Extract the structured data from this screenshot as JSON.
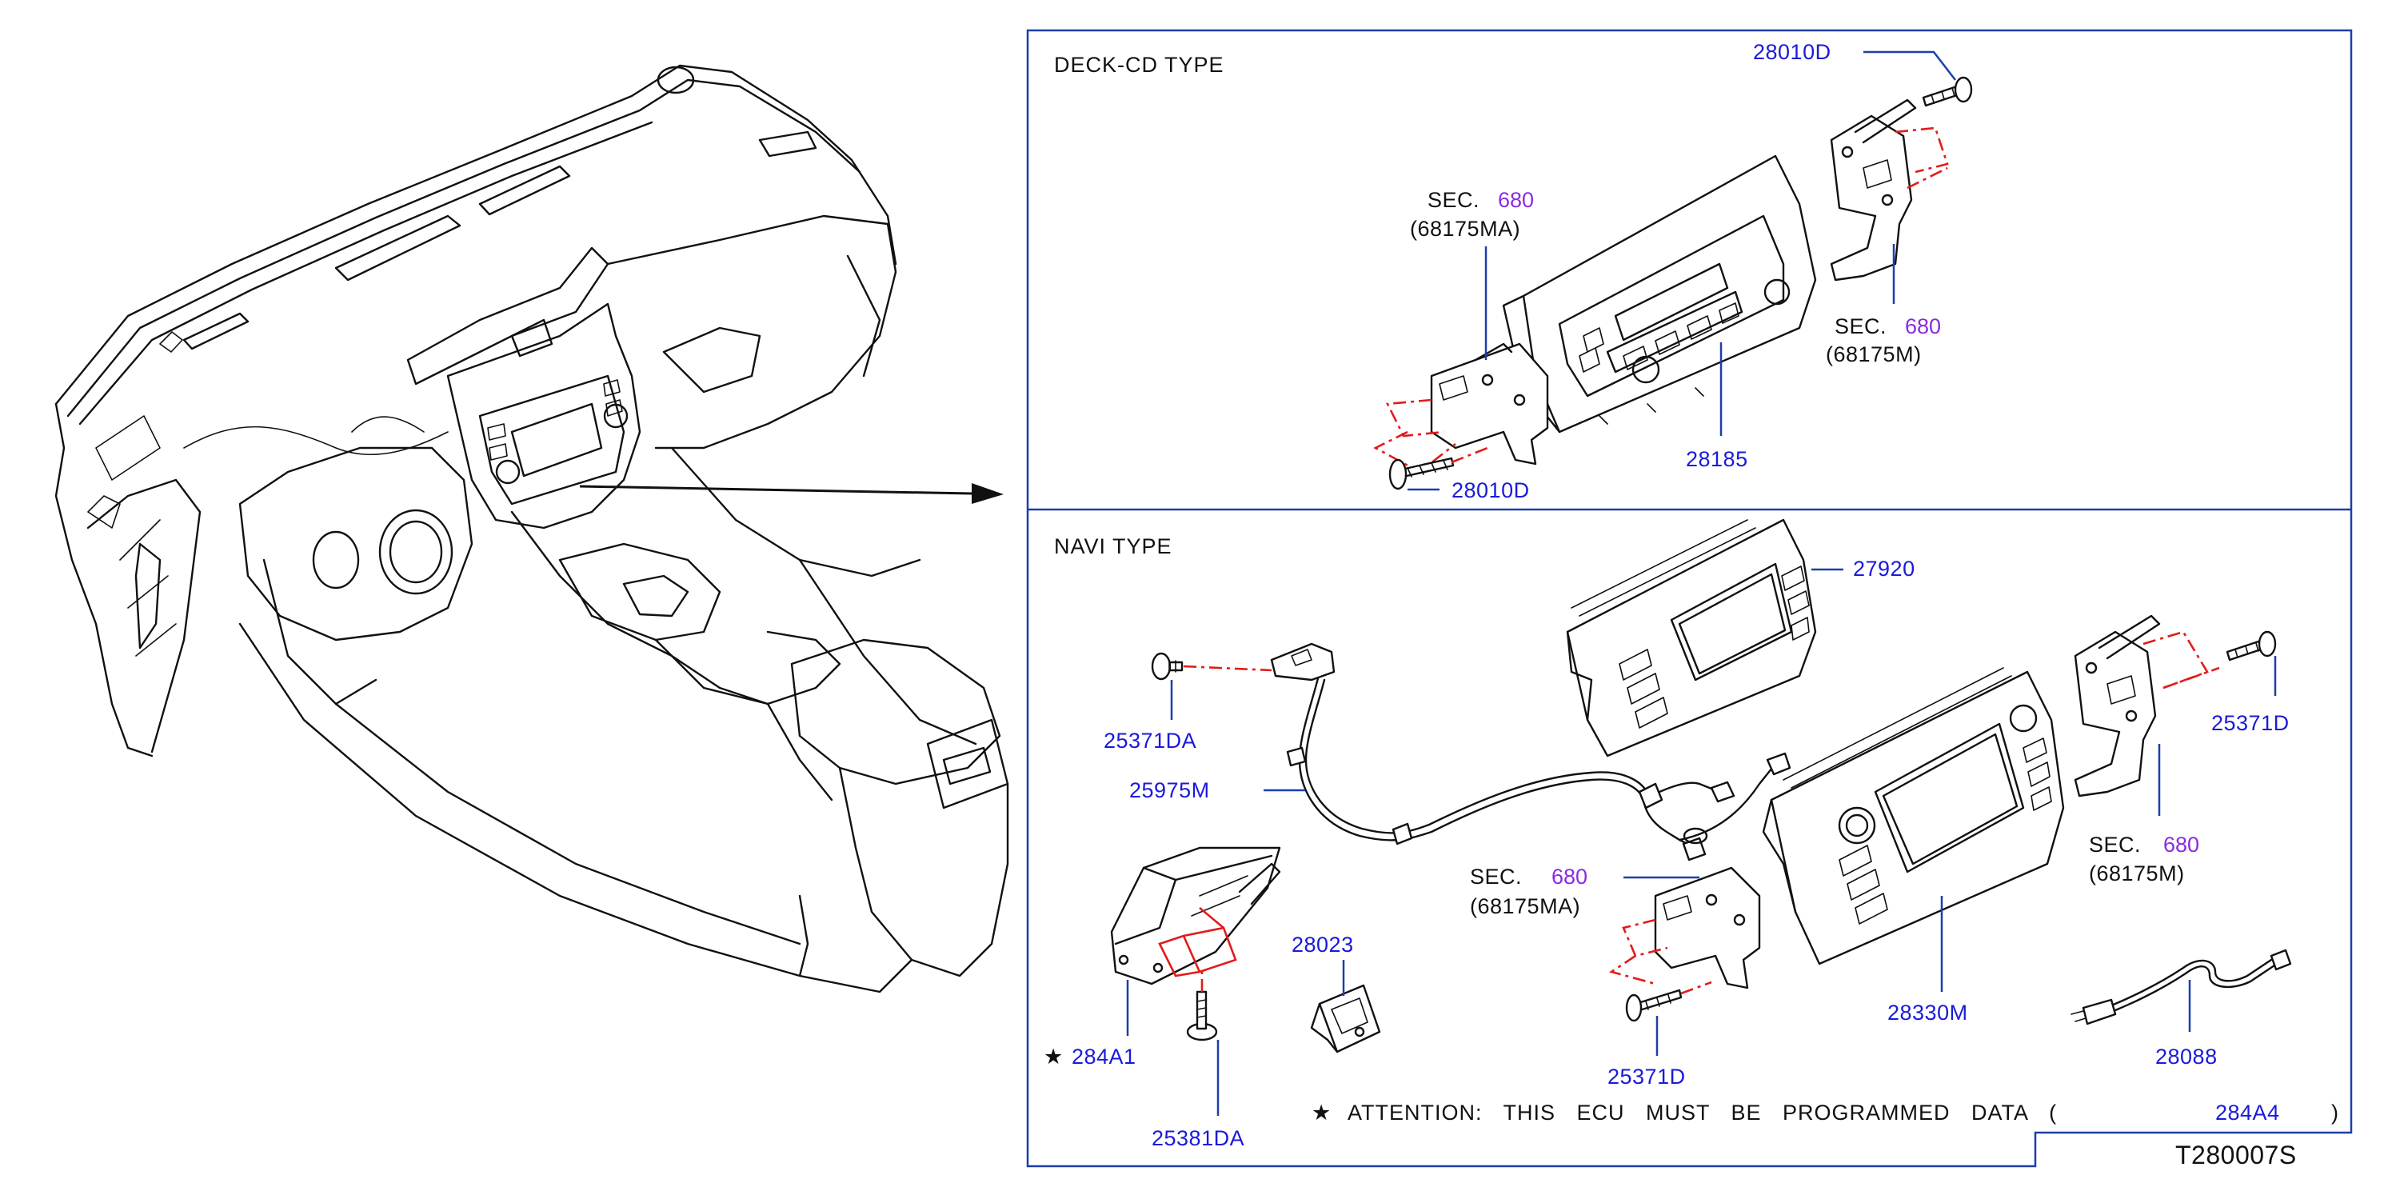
{
  "panels": {
    "deck": {
      "title": "DECK-CD  TYPE"
    },
    "navi": {
      "title": "NAVI  TYPE"
    }
  },
  "parts": {
    "deck_screw_top": "28010D",
    "deck_screw_bottom": "28010D",
    "deck_unit": "28185",
    "deck_sec_left": {
      "sec": "SEC.",
      "num": "680",
      "sub": "(68175MA)"
    },
    "deck_sec_right": {
      "sec": "SEC.",
      "num": "680",
      "sub": "(68175M)"
    },
    "navi_display": "27920",
    "navi_screw_left": "25371DA",
    "navi_harness": "25975M",
    "navi_ecu": "284A1",
    "navi_ecu_star": "★",
    "navi_ecu_screw": "25381DA",
    "navi_switch": "28023",
    "navi_sec_mid": {
      "sec": "SEC.",
      "num": "680",
      "sub": "(68175MA)"
    },
    "navi_screw_mid": "25371D",
    "navi_unit": "28330M",
    "navi_sec_right": {
      "sec": "SEC.",
      "num": "680",
      "sub": "(68175M)"
    },
    "navi_screw_right": "25371D",
    "navi_antenna": "28088"
  },
  "attention": {
    "star": "★",
    "text": "ATTENTION:  THIS  ECU  MUST  BE  PROGRAMMED  DATA  (",
    "part": "284A4",
    "close": ")"
  },
  "reference": "T280007S",
  "colors": {
    "frame": "#1c3fa8",
    "part_number": "#1a1adc",
    "section": "#8a2be2",
    "guide": "#e21b1b"
  }
}
